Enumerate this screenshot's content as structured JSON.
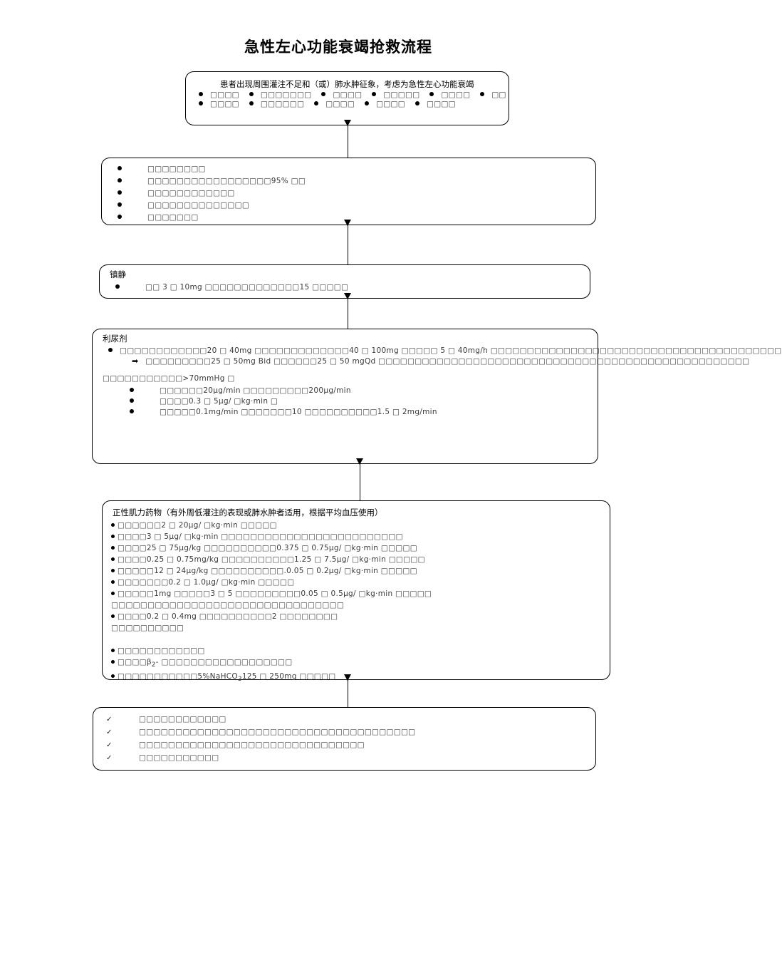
{
  "document": {
    "title": "急性左心功能衰竭抢救流程"
  },
  "entry_box": {
    "lead_text": "患者出现周围灌注不足和（或）肺水肿征象，考虑为急性左心功能衰竭",
    "row1": [
      "□□□□",
      "□□□□□□□",
      "□□□□",
      "□□□□□",
      "□□□□",
      "□□"
    ],
    "row2": [
      "□□□□",
      "□□□□□□",
      "□□□□",
      "□□□□",
      "□□□□"
    ]
  },
  "general_box": {
    "items": [
      "□□□□□□□□",
      "□□□□□□□□□□□□□□□□□95% □□",
      "□□□□□□□□□□□□",
      "□□□□□□□□□□□□□□",
      "□□□□□□□"
    ]
  },
  "sedation_box": {
    "heading": "镇静",
    "item": "□□ 3 □ 10mg □□□□□□□□□□□□□15 □□□□□"
  },
  "diuretic_box": {
    "heading": "利尿剂",
    "bullet_line": "□□□□□□□□□□□□20 □ 40mg □□□□□□□□□□□□□40 □ 100mg □□□□□ 5 □ 40mg/h □□□□□□□□□□□□□□□□□□□□□□□□□□□□□□□□□□□□□□□□",
    "arrow_line": "□□□□□□□□□25 □ 50mg Bid □□□□□□25 □ 50 mgQd □□□□□□□□□□□□□□□□□□□□□□□□□□□□□□□□□□□□□□□□□□□□□□□□□□□",
    "condition": "□□□□□□□□□□□>70mmHg □",
    "vaso_items": [
      "□□□□□□20μg/min □□□□□□□□□200μg/min",
      "□□□□0.3 □ 5μg/ □kg·min □",
      "□□□□□0.1mg/min □□□□□□□10 □□□□□□□□□□1.5 □ 2mg/min"
    ]
  },
  "inotrope_box": {
    "heading": "正性肌力药物（有外周低灌注的表现或肺水肿者适用，根据平均血压使用）",
    "items": [
      {
        "bullet": true,
        "text": "□□□□□□2 □ 20μg/ □kg·min □□□□□"
      },
      {
        "bullet": true,
        "text": "□□□□3 □ 5μg/ □kg·min □□□□□□□□□□□□□□□□□□□□□□□□□"
      },
      {
        "bullet": true,
        "text": "□□□□25 □ 75μg/kg □□□□□□□□□□0.375 □ 0.75μg/ □kg·min □□□□□"
      },
      {
        "bullet": true,
        "text": "□□□□0.25 □ 0.75mg/kg □□□□□□□□□□1.25 □ 7.5μg/ □kg·min □□□□□"
      },
      {
        "bullet": true,
        "text": "□□□□□12 □ 24μg/kg □□□□□□□□□□.0.05 □ 0.2μg/ □kg·min □□□□□"
      },
      {
        "bullet": true,
        "text": "□□□□□□□0.2 □ 1.0μg/ □kg·min □□□□□"
      },
      {
        "bullet": true,
        "text": "□□□□□1mg □□□□□3 □ 5 □□□□□□□□□0.05 □ 0.5μg/ □kg·min □□□□□"
      },
      {
        "bullet": false,
        "text": "□□□□□□□□□□□□□□□□□□□□□□□□□□□□□□□□"
      },
      {
        "bullet": true,
        "text": "□□□□0.2 □ 0.4mg □□□□□□□□□□2 □□□□□□□□"
      },
      {
        "bullet": false,
        "text": "□□□□□□□□□□"
      },
      {
        "bullet": false,
        "text": ""
      },
      {
        "bullet": true,
        "text": "□□□□□□□□□□□□"
      },
      {
        "bullet": true,
        "text": "□□□□β2- □□□□□□□□□□□□□□□□□□"
      },
      {
        "bullet": true,
        "text": "□□□□□□□□□□□5%NaHCO3125 □ 250mg □□□□□"
      }
    ],
    "beta_sub_label": "β2-",
    "bicarbonate_label": "5%NaHCO3"
  },
  "check_box": {
    "items": [
      "□□□□□□□□□□□□",
      "□□□□□□□□□□□□□□□□□□□□□□□□□□□□□□□□□□□□□□",
      "□□□□□□□□□□□□□□□□□□□□□□□□□□□□□□□",
      "□□□□□□□□□□□"
    ]
  },
  "colors": {
    "ink": "#000000",
    "body_text": "#3a3a3a",
    "page_background": "#ffffff"
  }
}
